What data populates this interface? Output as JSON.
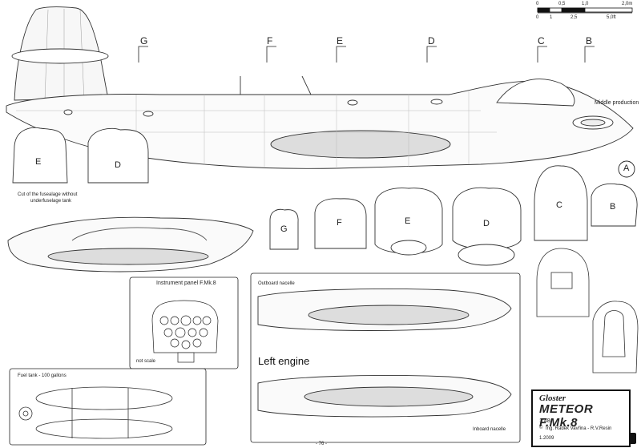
{
  "scale_bar": {
    "top_ticks": [
      "0",
      "0,5",
      "1,0",
      "2,0m"
    ],
    "bottom_ticks": [
      "0",
      "1",
      "2,5",
      "5,0ft"
    ]
  },
  "sections": [
    "G",
    "F",
    "E",
    "D",
    "C",
    "B"
  ],
  "side_view": {
    "note": "Middle production",
    "marker": "A"
  },
  "cross_sections": {
    "row1": [
      "E",
      "D"
    ],
    "row1_caption_line1": "Cut of the fusealage without",
    "row1_caption_line2": "underfuselage tank",
    "row2": [
      "G",
      "F",
      "E",
      "D",
      "C",
      "B"
    ]
  },
  "instrument_panel": {
    "title": "Instrument panel F.Mk.8",
    "note": "not scale"
  },
  "engine": {
    "outboard_label": "Outboard nacelle",
    "title": "Left engine",
    "inboard_label": "Inboard nacelle"
  },
  "fuel_tank": {
    "title": "Fuel tank - 100 gallons"
  },
  "title_block": {
    "maker": "Gloster",
    "model": "METEOR  F.Mk.8",
    "scale": "1:48",
    "authors": "Ing. Radek Vavřina - R.V.Resin",
    "copyright_symbol": "©",
    "date": "1.2009",
    "logo": "R.V.Resin"
  },
  "page_number": "- 76 -"
}
